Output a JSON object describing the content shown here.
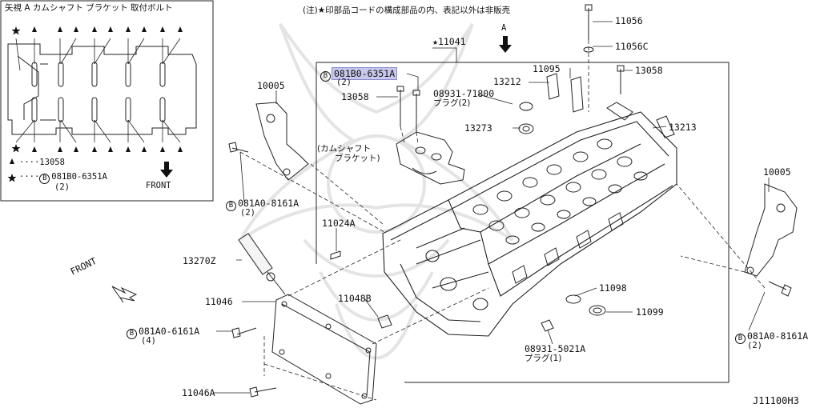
{
  "inset": {
    "title": "矢視 A  カムシャフト ブラケット 取付ボルト",
    "legend_triangle": "13058",
    "legend_star": "081B0-6351A",
    "legend_star_qty": "(2)",
    "front": "FRONT"
  },
  "note": "(注)★印部品コードの構成部品の内、表記以外は非販売",
  "view_a": "A",
  "labels": {
    "p11041": "11041",
    "p11056": "11056",
    "p11056c": "11056C",
    "p11095": "11095",
    "p13058_top": "13058",
    "p13212": "13212",
    "p13273": "13273",
    "p13213": "13213",
    "p08931_71800": "08931-71800",
    "plug2": "プラグ(2)",
    "p081b0_6351a": "081B0-6351A",
    "p081b0_6351a_qty": "(2)",
    "p13058_left": "13058",
    "cam_bracket_1": "(カムシャフト",
    "cam_bracket_2": "ブラケット)",
    "p10005_left": "10005",
    "p10005_right": "10005",
    "p081a0_8161a_left": "081A0-8161A",
    "p081a0_8161a_left_qty": "(2)",
    "p081a0_8161a_right": "081A0-8161A",
    "p081a0_8161a_right_qty": "(2)",
    "p11024a": "11024A",
    "p13270z": "13270Z",
    "p11046": "11046",
    "p081a0_6161a": "081A0-6161A",
    "p081a0_6161a_qty": "(4)",
    "p11048b": "11048B",
    "p11098": "11098",
    "p11099": "11099",
    "p08931_5021a": "08931-5021A",
    "plug1": "プラグ(1)",
    "p11046a": "11046A",
    "front_main": "FRONT",
    "diagram_id": "J11100H3",
    "circ_b": "B"
  }
}
